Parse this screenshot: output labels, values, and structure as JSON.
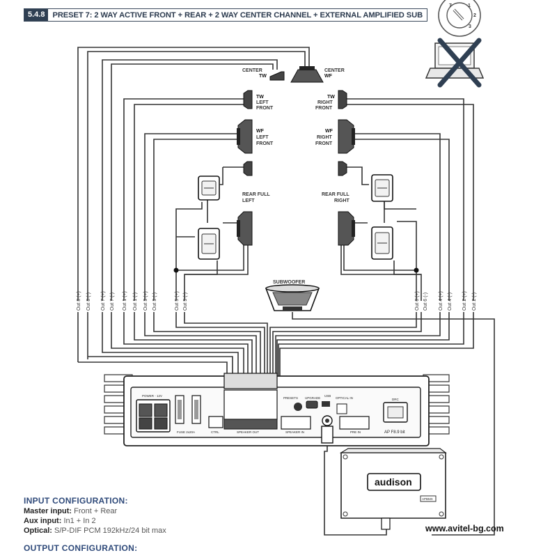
{
  "header": {
    "section_number": "5.4.8",
    "title": "PRESET 7: 2 WAY ACTIVE FRONT + REAR + 2 WAY CENTER CHANNEL + EXTERNAL AMPLIFIED SUB"
  },
  "preset_dial": {
    "numbers": [
      "7",
      "1",
      "2",
      "3"
    ],
    "icon": "rotary-selector-icon"
  },
  "no_pc_icon": "laptop-crossed-icon",
  "speakers": {
    "center_tw": {
      "line1": "CENTER",
      "line2": "TW"
    },
    "center_wf": {
      "line1": "CENTER",
      "line2": "WF"
    },
    "tw_left_front": {
      "line1": "TW",
      "line2": "LEFT",
      "line3": "FRONT"
    },
    "tw_right_front": {
      "line1": "TW",
      "line2": "RIGHT",
      "line3": "FRONT"
    },
    "wf_left_front": {
      "line1": "WF",
      "line2": "LEFT",
      "line3": "FRONT"
    },
    "wf_right_front": {
      "line1": "WF",
      "line2": "RIGHT",
      "line3": "FRONT"
    },
    "rear_full_left": {
      "line1": "REAR FULL",
      "line2": "LEFT"
    },
    "rear_full_right": {
      "line1": "REAR FULL",
      "line2": "RIGHT"
    },
    "subwoofer": "SUBWOOFER"
  },
  "outputs": [
    "Out 8 (+)",
    "Out 8 (-)",
    "Out 7 (+)",
    "Out 7 (-)",
    "Out 1 (+)",
    "Out 1 (-)",
    "Out 3 (+)",
    "Out 3 (-)",
    "Out 5 (+)",
    "Out 5 (-)",
    "Out 6 (+)",
    "Out 6 (-)",
    "Out 4 (+)",
    "Out 4 (-)",
    "Out 2 (+)",
    "Out 2 (-)"
  ],
  "amplifier": {
    "power_label": "POWER - 12V",
    "fuse_label": "FUSE 2x20A",
    "ctrl_label": "CTRL",
    "speaker_out_label": "SPEAKER OUT",
    "presets_label": "PRESETS",
    "upgrade_label": "UPGRADE",
    "usb_label": "USB",
    "optical_in_label": "OPTICAL IN",
    "speaker_in_label": "SPEAKER IN",
    "pre_in_label": "PRE IN",
    "drc_label": "DRC",
    "model": "AP F8.9 bit"
  },
  "external_amp": {
    "brand": "audison",
    "badge": "APBMX"
  },
  "input_configuration": {
    "title": "INPUT CONFIGURATION:",
    "master_label": "Master input:",
    "master_value": "Front + Rear",
    "aux_label": "Aux input:",
    "aux_value": "In1 + In 2",
    "optical_label": "Optical:",
    "optical_value": "S/P-DIF PCM 192kHz/24 bit max"
  },
  "output_configuration_title": "OUTPUT CONFIGURATION:",
  "website": "www.avitel-bg.com",
  "colors": {
    "header_bg": "#2f3f52",
    "header_text": "#2b3a4e",
    "config_title": "#2f4a7a",
    "wire": "#333333",
    "x_mark": "#2f3f52"
  }
}
